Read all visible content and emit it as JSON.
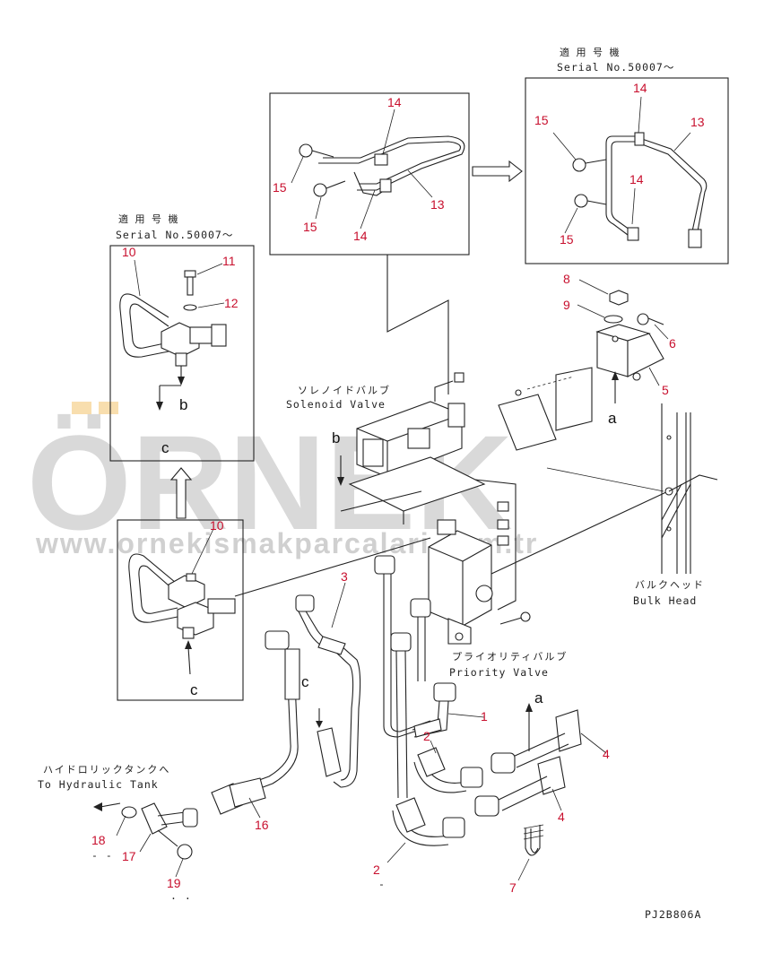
{
  "inset_top_right": {
    "jp": "適 用 号 機",
    "serial": "Serial No.50007〜"
  },
  "inset_left": {
    "jp": "適 用 号 機",
    "serial": "Serial No.50007〜"
  },
  "solenoid": {
    "jp": "ソレノイドバルブ",
    "en": "Solenoid Valve"
  },
  "priority": {
    "jp": "プライオリティバルブ",
    "en": "Priority Valve"
  },
  "bulk": {
    "jp": "バルクヘッド",
    "en": "Bulk Head"
  },
  "tank": {
    "jp": "ハイドロリックタンクへ",
    "en": "To Hydraulic Tank"
  },
  "drawing_code": "PJ2B806A",
  "watermark": {
    "brand": "ÖRNEK",
    "url": "www.ornekismakparcalari.com.tr"
  },
  "view_letters": {
    "a": "a",
    "b": "b",
    "c": "c"
  },
  "callouts": {
    "n1": "1",
    "n2": "2",
    "n3": "3",
    "n4": "4",
    "n5": "5",
    "n6": "6",
    "n7": "7",
    "n8": "8",
    "n9": "9",
    "n10": "10",
    "n11": "11",
    "n12": "12",
    "n13": "13",
    "n14": "14",
    "n15": "15",
    "n16": "16",
    "n17": "17",
    "n18": "18",
    "n19": "19"
  },
  "accent_color": "#c8102e"
}
